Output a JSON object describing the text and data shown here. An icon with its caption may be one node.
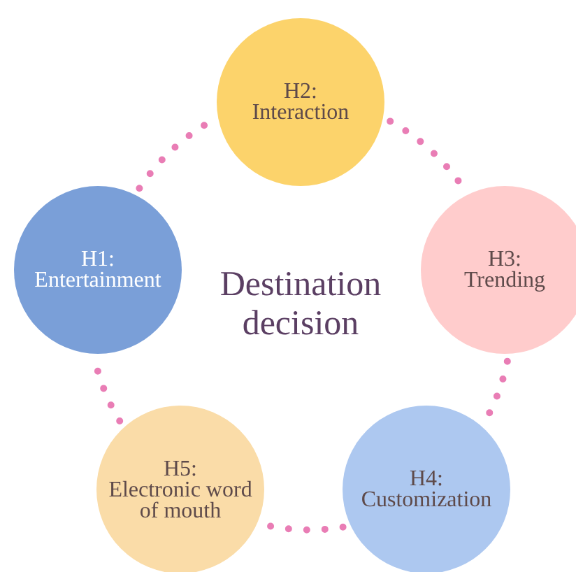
{
  "diagram": {
    "nodes": [
      {
        "text": [
          "H1:",
          "Entertainment"
        ]
      },
      {
        "text": [
          "H2:",
          "Interaction"
        ]
      },
      {
        "text": [
          "H3:",
          "Trending"
        ]
      },
      {
        "text": [
          "H4:",
          "Customization"
        ]
      },
      {
        "text": [
          "H5:",
          "Electronic word of mouth"
        ]
      }
    ],
    "edges": [
      {
        "from": 0,
        "to": 1,
        "arrow": "none"
      },
      {
        "from": 1,
        "to": 2,
        "arrow": "none"
      },
      {
        "from": 2,
        "to": 3,
        "arrow": "none"
      },
      {
        "from": 3,
        "to": 4,
        "arrow": "none"
      },
      {
        "from": 4,
        "to": 0,
        "arrow": "none"
      }
    ],
    "labels": [
      "Destination decision"
    ]
  }
}
